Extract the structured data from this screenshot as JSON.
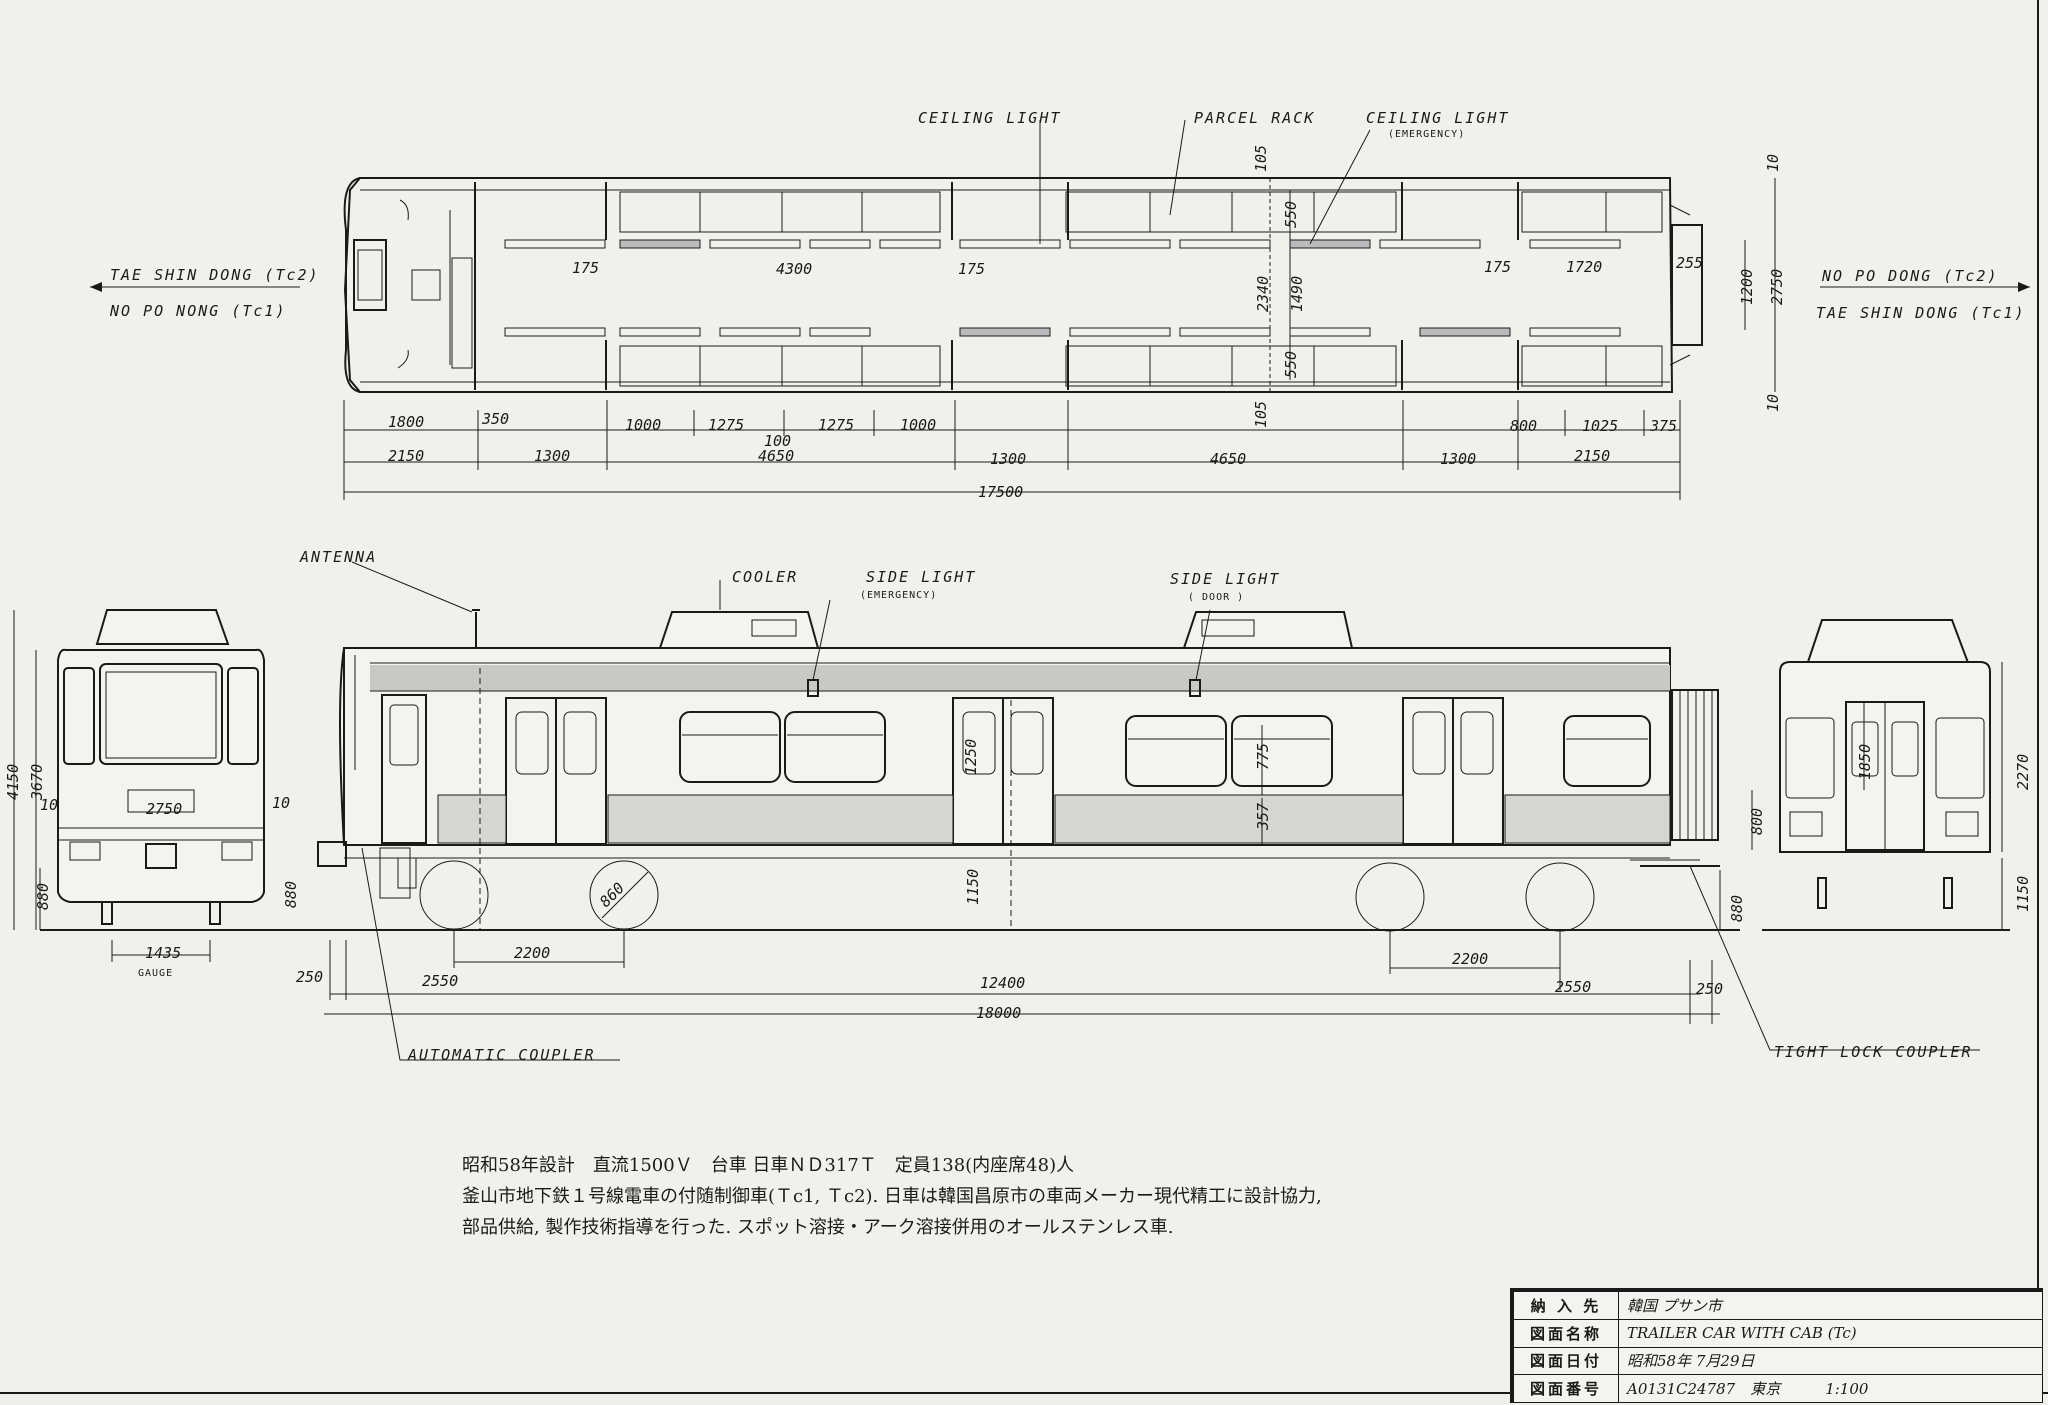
{
  "plan_view": {
    "labels": {
      "ceiling_light": "CEILING LIGHT",
      "parcel_rack": "PARCEL RACK",
      "ceiling_light_emergency": "CEILING LIGHT",
      "emergency": "(EMERGENCY)"
    },
    "directions": {
      "left_top": "TAE SHIN DONG (Tc2)",
      "left_bottom": "NO PO NONG (Tc1)",
      "right_top": "NO PO DONG (Tc2)",
      "right_bottom": "TAE SHIN DONG (Tc1)"
    },
    "dims": {
      "d175a": "175",
      "d4300": "4300",
      "d175b": "175",
      "d175c": "175",
      "d1720": "1720",
      "d255": "255",
      "d105a": "105",
      "d105b": "105",
      "d550a": "550",
      "d550b": "550",
      "d2340": "2340",
      "d1490": "1490",
      "d1200": "1200",
      "d2750": "2750",
      "d10a": "10",
      "d10b": "10",
      "d1800": "1800",
      "d350": "350",
      "d1000a": "1000",
      "d1275a": "1275",
      "d1275b": "1275",
      "d1000b": "1000",
      "d800": "800",
      "d1025": "1025",
      "d375": "375",
      "d100": "100",
      "d2150a": "2150",
      "d1300a": "1300",
      "d4650a": "4650",
      "d1300b": "1300",
      "d4650b": "4650",
      "d1300c": "1300",
      "d2150b": "2150",
      "d17500": "17500"
    }
  },
  "side_view": {
    "labels": {
      "antenna": "ANTENNA",
      "cooler": "COOLER",
      "side_light_emergency": "SIDE LIGHT",
      "emergency": "(EMERGENCY)",
      "side_light_door": "SIDE LIGHT",
      "door": "( DOOR )",
      "automatic_coupler": "AUTOMATIC  COUPLER",
      "tight_lock_coupler": "TIGHT LOCK COUPLER"
    },
    "dims": {
      "d1250": "1250",
      "d775": "775",
      "d357": "357",
      "d1150": "1150",
      "d860": "860",
      "d880a": "880",
      "d880b": "880",
      "d2200a": "2200",
      "d2200b": "2200",
      "d250a": "250",
      "d250b": "250",
      "d2550a": "2550",
      "d12400": "12400",
      "d2550b": "2550",
      "d18000": "18000"
    }
  },
  "front_view": {
    "dims": {
      "d4150": "4150",
      "d3670": "3670",
      "d880": "880",
      "d2750": "2750",
      "d10a": "10",
      "d10b": "10",
      "d1435": "1435"
    },
    "gauge": "GAUGE"
  },
  "rear_view": {
    "dims": {
      "d1850": "1850",
      "d800": "800",
      "d2270": "2270",
      "d1150": "1150"
    }
  },
  "notes": [
    "昭和58年設計　直流1500Ｖ　台車 日車ＮＤ317Ｔ　定員138(内座席48)人",
    "釜山市地下鉄１号線電車の付随制御車(Ｔc1, Ｔc2). 日車は韓国昌原市の車両メーカー現代精工に設計協力,",
    "部品供給, 製作技術指導を行った. スポット溶接・アーク溶接併用のオールステンレス車."
  ],
  "title_block": [
    {
      "key": "納 入 先",
      "value": "韓国 プサン市"
    },
    {
      "key": "図面名称",
      "value": "TRAILER CAR WITH CAB (Tc)"
    },
    {
      "key": "図面日付",
      "value": "昭和58年 7月29日"
    },
    {
      "key": "図面番号",
      "value": "A0131C24787　東京　　　1:100"
    }
  ]
}
